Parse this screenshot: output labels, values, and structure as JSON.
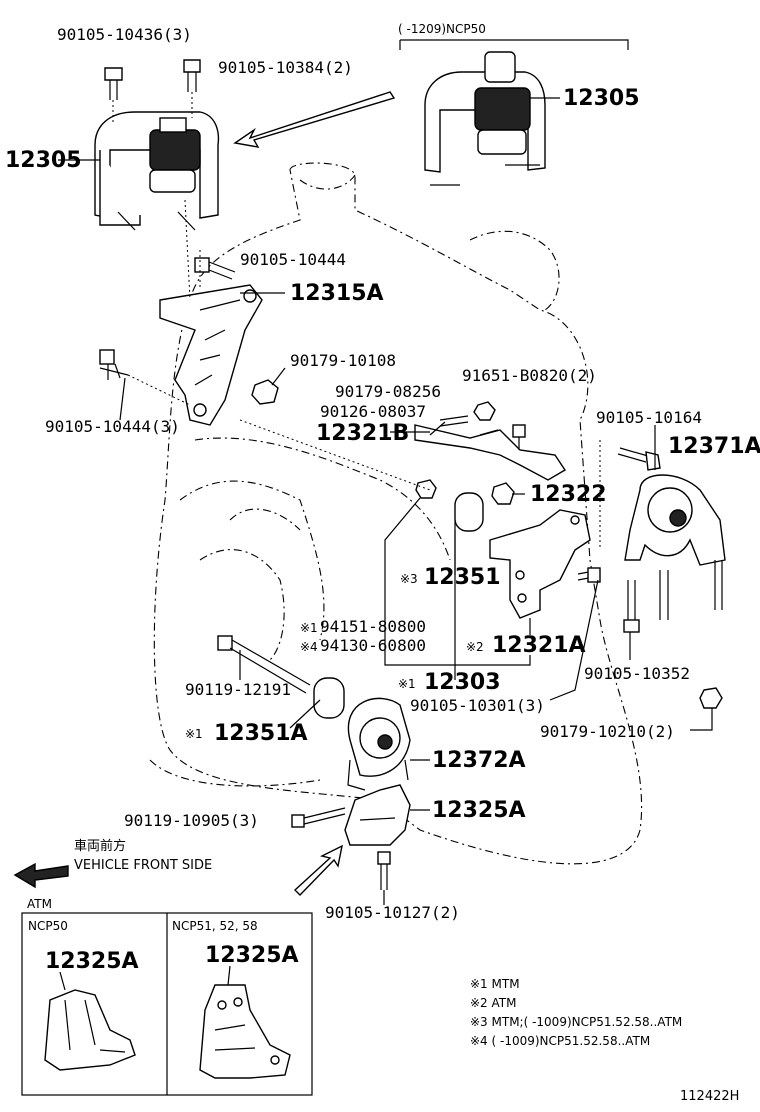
{
  "labels": {
    "p90105_10436": "90105-10436(3)",
    "p90105_10384": "90105-10384(2)",
    "ncp50_range": "(      -1209)NCP50",
    "p12305_left": "12305",
    "p12305_right": "12305",
    "p90105_10444": "90105-10444",
    "p12315A": "12315A",
    "p90179_10108": "90179-10108",
    "p90105_10444_3": "90105-10444(3)",
    "p91651": "91651-B0820(2)",
    "p90179_08256": "90179-08256",
    "p90126_08037": "90126-08037",
    "p12321B": "12321B",
    "p90105_10164": "90105-10164",
    "p12371A": "12371A",
    "p12322": "12322",
    "p12351": "12351",
    "p12351_mark": "※3",
    "p94151": "94151-80800",
    "p94151_mark": "※1",
    "p94130": "94130-60800",
    "p94130_mark": "※4",
    "p12321A": "12321A",
    "p12321A_mark": "※2",
    "p90105_10352": "90105-10352",
    "p12303": "12303",
    "p12303_mark": "※1",
    "p90119_12191": "90119-12191",
    "p90105_10301": "90105-10301(3)",
    "p90179_10210": "90179-10210(2)",
    "p12351A": "12351A",
    "p12351A_mark": "※1",
    "p12372A": "12372A",
    "p90119_10905": "90119-10905(3)",
    "p12325A": "12325A",
    "p90105_10127": "90105-10127(2)",
    "front_jp": "車両前方",
    "front_en": "VEHICLE FRONT SIDE",
    "atm": "ATM",
    "inset_left_title": "NCP50",
    "inset_right_title": "NCP51, 52, 58",
    "inset_left_part": "12325A",
    "inset_right_part": "12325A",
    "diagram_id": "112422H"
  },
  "notes": [
    "※1 MTM",
    "※2 ATM",
    "※3 MTM;(        -1009)NCP51.52.58..ATM",
    "※4 (        -1009)NCP51.52.58..ATM"
  ]
}
